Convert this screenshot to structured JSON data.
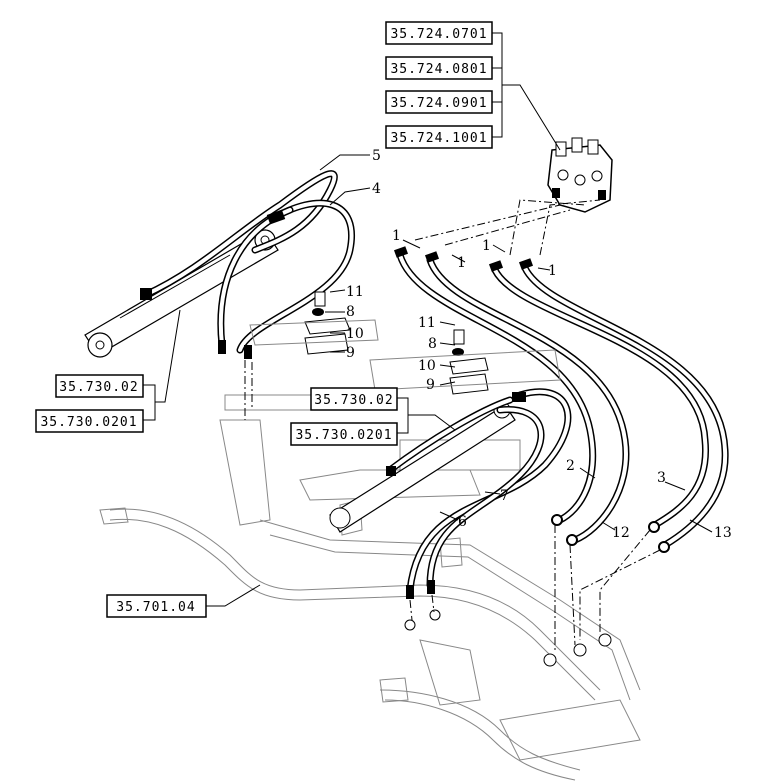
{
  "references": [
    {
      "id": "ref-35-724-0701",
      "text": "35.724.0701"
    },
    {
      "id": "ref-35-724-0801",
      "text": "35.724.0801"
    },
    {
      "id": "ref-35-724-0901",
      "text": "35.724.0901"
    },
    {
      "id": "ref-35-724-1001",
      "text": "35.724.1001"
    },
    {
      "id": "ref-35-730-02-left",
      "text": "35.730.02"
    },
    {
      "id": "ref-35-730-0201-left",
      "text": "35.730.0201"
    },
    {
      "id": "ref-35-730-02-center",
      "text": "35.730.02"
    },
    {
      "id": "ref-35-730-0201-center",
      "text": "35.730.0201"
    },
    {
      "id": "ref-35-701-04",
      "text": "35.701.04"
    }
  ],
  "callouts": [
    "5",
    "4",
    "1",
    "1",
    "1",
    "1",
    "11",
    "8",
    "10",
    "9",
    "11",
    "8",
    "10",
    "9",
    "2",
    "12",
    "3",
    "13",
    "7",
    "6"
  ]
}
